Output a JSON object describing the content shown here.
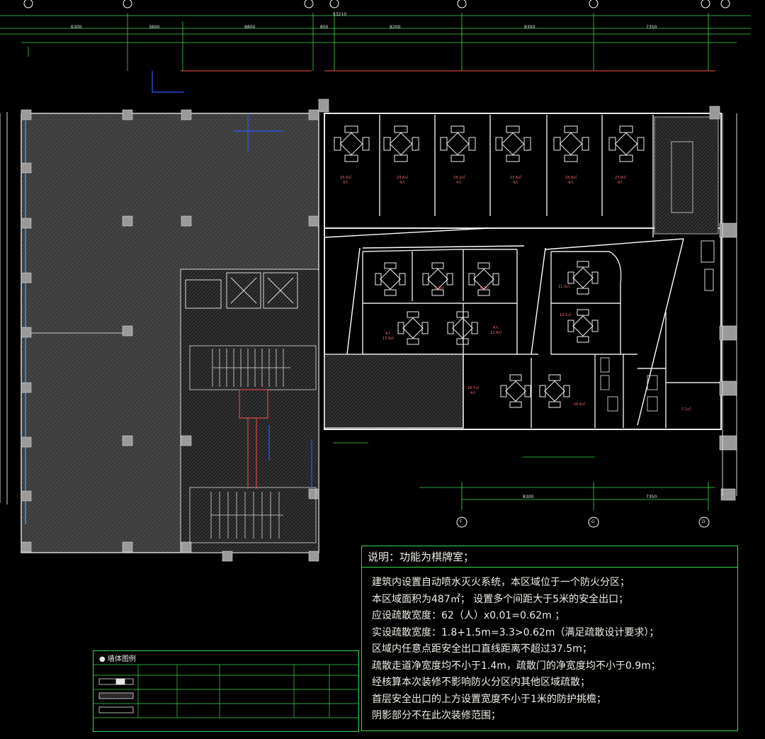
{
  "notes": {
    "title": "说明：功能为棋牌室；",
    "lines": [
      "建筑内设置自动喷水灭火系统，本区域位于一个防火分区；",
      "本区域面积为487㎡；           设置多个间距大于5米的安全出口；",
      "应设疏散宽度：62（人）x0.01=0.62m ；",
      "实设疏散宽度：1.8+1.5m=3.3>0.62m（满足疏散设计要求）；",
      "区域内任意点距安全出口直线距离不超过37.5m；",
      "疏散走道净宽度均不小于1.4m，疏散门的净宽度均不小于0.9m；",
      "经核算本次装修不影响防火分区内其他区域疏散；",
      "首层安全出口的上方设置宽度不小于1米的防护挑檐；",
      "阴影部分不在此次装修范围；"
    ]
  },
  "legend": {
    "title": "● 墙体图例"
  },
  "dimensions": {
    "top_row": [
      "6300",
      "3600",
      "8800",
      "850",
      "8200",
      "8300",
      "7350"
    ],
    "bottom_row": [
      "8300",
      "7350"
    ],
    "top_total": "53210"
  },
  "axes": {
    "bottom": [
      "F",
      "G",
      "D"
    ]
  },
  "rooms": [
    {
      "area": "24.0㎡",
      "people": "4人"
    },
    {
      "area": "23.6㎡",
      "people": "4人"
    },
    {
      "area": "24.2㎡",
      "people": "4人"
    },
    {
      "area": "23.6㎡",
      "people": "4人"
    },
    {
      "area": "23.8㎡",
      "people": "4人"
    },
    {
      "area": "23.9㎡",
      "people": "4人"
    },
    {
      "area": "8.8㎡",
      "people": ""
    },
    {
      "area": "8.1㎡",
      "people": ""
    },
    {
      "area": "11.3㎡",
      "people": ""
    },
    {
      "area": "12.1㎡",
      "people": ""
    },
    {
      "area": "13.9㎡",
      "people": "4人"
    },
    {
      "area": "12.9㎡",
      "people": "4人"
    },
    {
      "area": "16.7㎡",
      "people": "4人"
    },
    {
      "area": "16.6㎡",
      "people": ""
    },
    {
      "area": "7.1㎡",
      "people": ""
    }
  ],
  "colors": {
    "background": "#000000",
    "wall": "#d8d8d8",
    "column": "#b8b8b8",
    "dimension": "#3cd84a",
    "axis": "#ffffff",
    "accent_blue": "#2a55ff",
    "accent_red": "#ff4a4a",
    "shaded": "#555555"
  }
}
